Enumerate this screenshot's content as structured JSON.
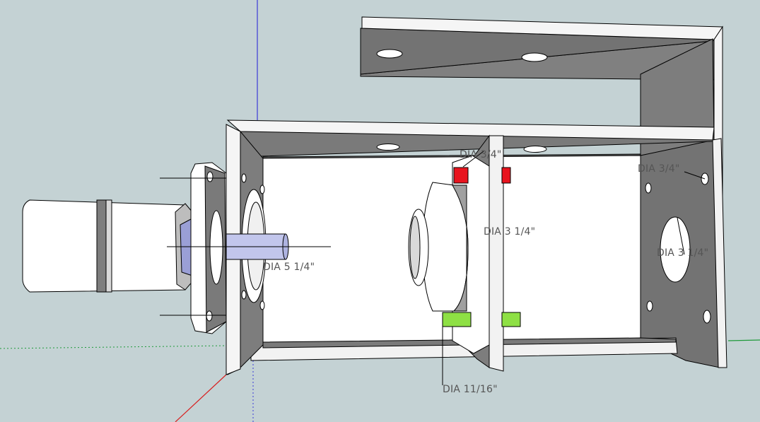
{
  "dimensions": {
    "top_hole": "DIA 3/4\"",
    "right_hole": "DIA 3/4\"",
    "bearing_flange": "DIA 3 1/4\"",
    "right_bore": "DIA 3 1/4\"",
    "motor_flange": "DIA 5 1/4\"",
    "standoff": "DIA 11/16\""
  },
  "colors": {
    "background": "#c4d2d4",
    "standoff_top": "#e8141e",
    "standoff_bottom": "#8ee044",
    "axis_blue": "#3a3ad8",
    "axis_red": "#d81f1f",
    "axis_green": "#1f9a3a"
  }
}
